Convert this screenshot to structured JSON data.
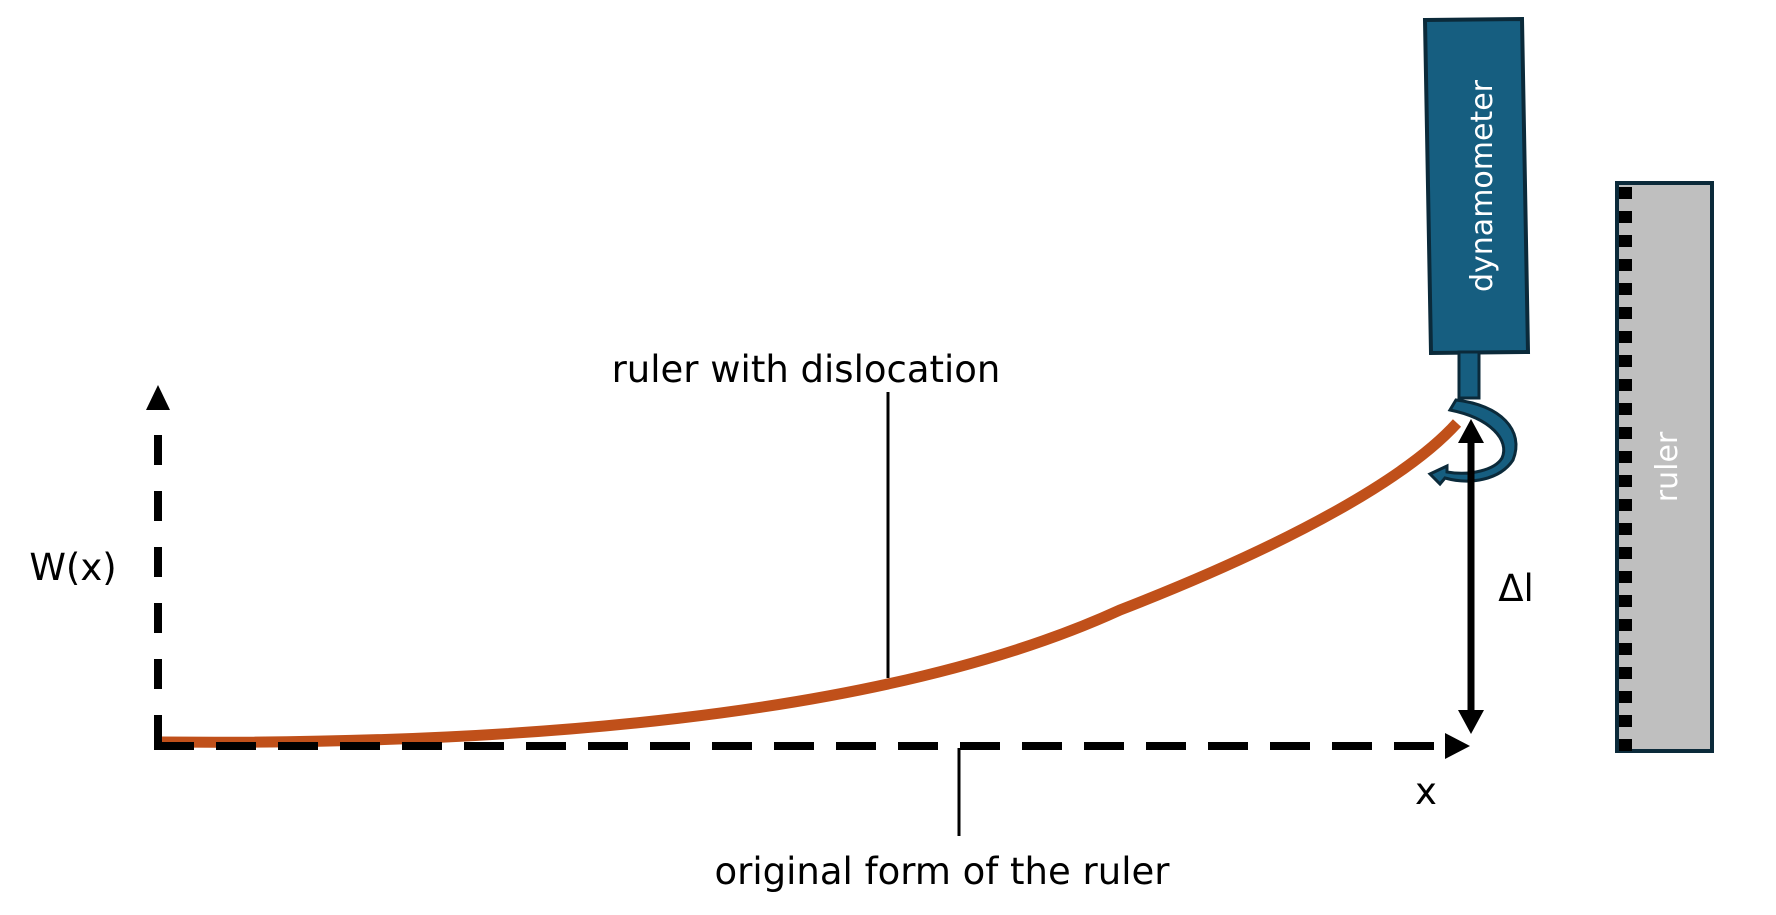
{
  "labels": {
    "curve_label": "ruler with dislocation",
    "baseline_label": "original form of the ruler",
    "y_axis_label": "W(x)",
    "x_axis_label": "x",
    "delta_label": "Δl",
    "dynamometer_label": "dynamometer",
    "ruler_label": "ruler"
  },
  "colors": {
    "curve": "#C0501A",
    "dynamometer": "#165E80",
    "dynamometer_border": "#0B2A3A",
    "ruler": "#BFBFBF",
    "axis": "#000000"
  }
}
